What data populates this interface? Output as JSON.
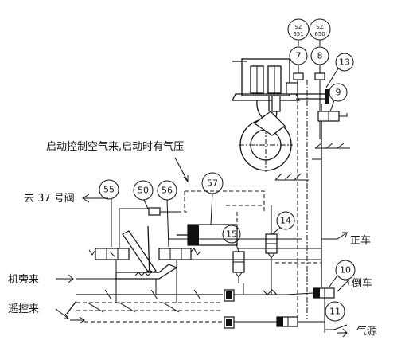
{
  "labels": {
    "startup_control": "启动控制空气来,启动时有气压",
    "to_valve_37": "去 37 号阀",
    "machine_side": "机旁来",
    "remote_control": "遥控来",
    "forward": "正车",
    "reverse": "倒车",
    "air_source": "气源"
  },
  "callouts": {
    "n7": "7",
    "n8": "8",
    "n9": "9",
    "n10": "10",
    "n11": "11",
    "n13": "13",
    "n14": "14",
    "n15": "15",
    "n50": "50",
    "n55": "55",
    "n56": "56",
    "n57": "57"
  },
  "sensors": {
    "zs651_a": "ZS",
    "zs651_b": "651",
    "zs650_a": "ZS",
    "zs650_b": "650"
  }
}
